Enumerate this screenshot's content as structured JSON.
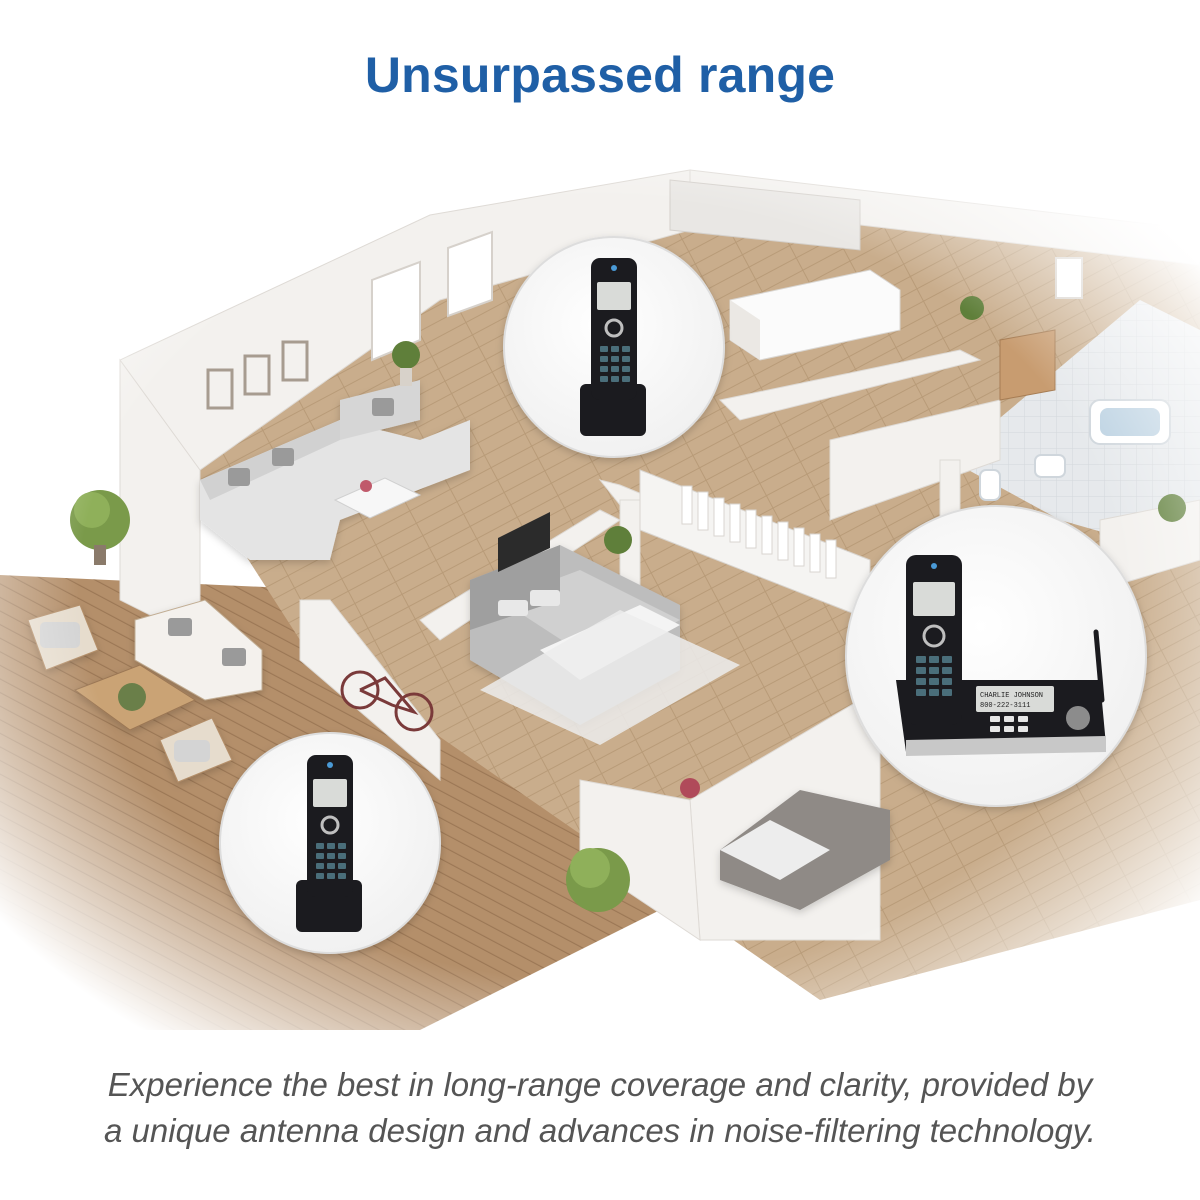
{
  "headline": "Unsurpassed range",
  "caption": {
    "line1": "Experience the best in long-range coverage and clarity, provided by",
    "line2": "a unique antenna design and advances in noise-filtering technology."
  },
  "phone_display": {
    "handset_name": "CHARLIE JOHNSON",
    "handset_number": "800-222-3111"
  },
  "colors": {
    "headline": "#1f5fa6",
    "caption": "#555555",
    "floor_wood": "#c9ad8c",
    "deck_wood": "#b48f6a",
    "wall": "#f3f1ee",
    "handset": "#1b1b1f"
  }
}
